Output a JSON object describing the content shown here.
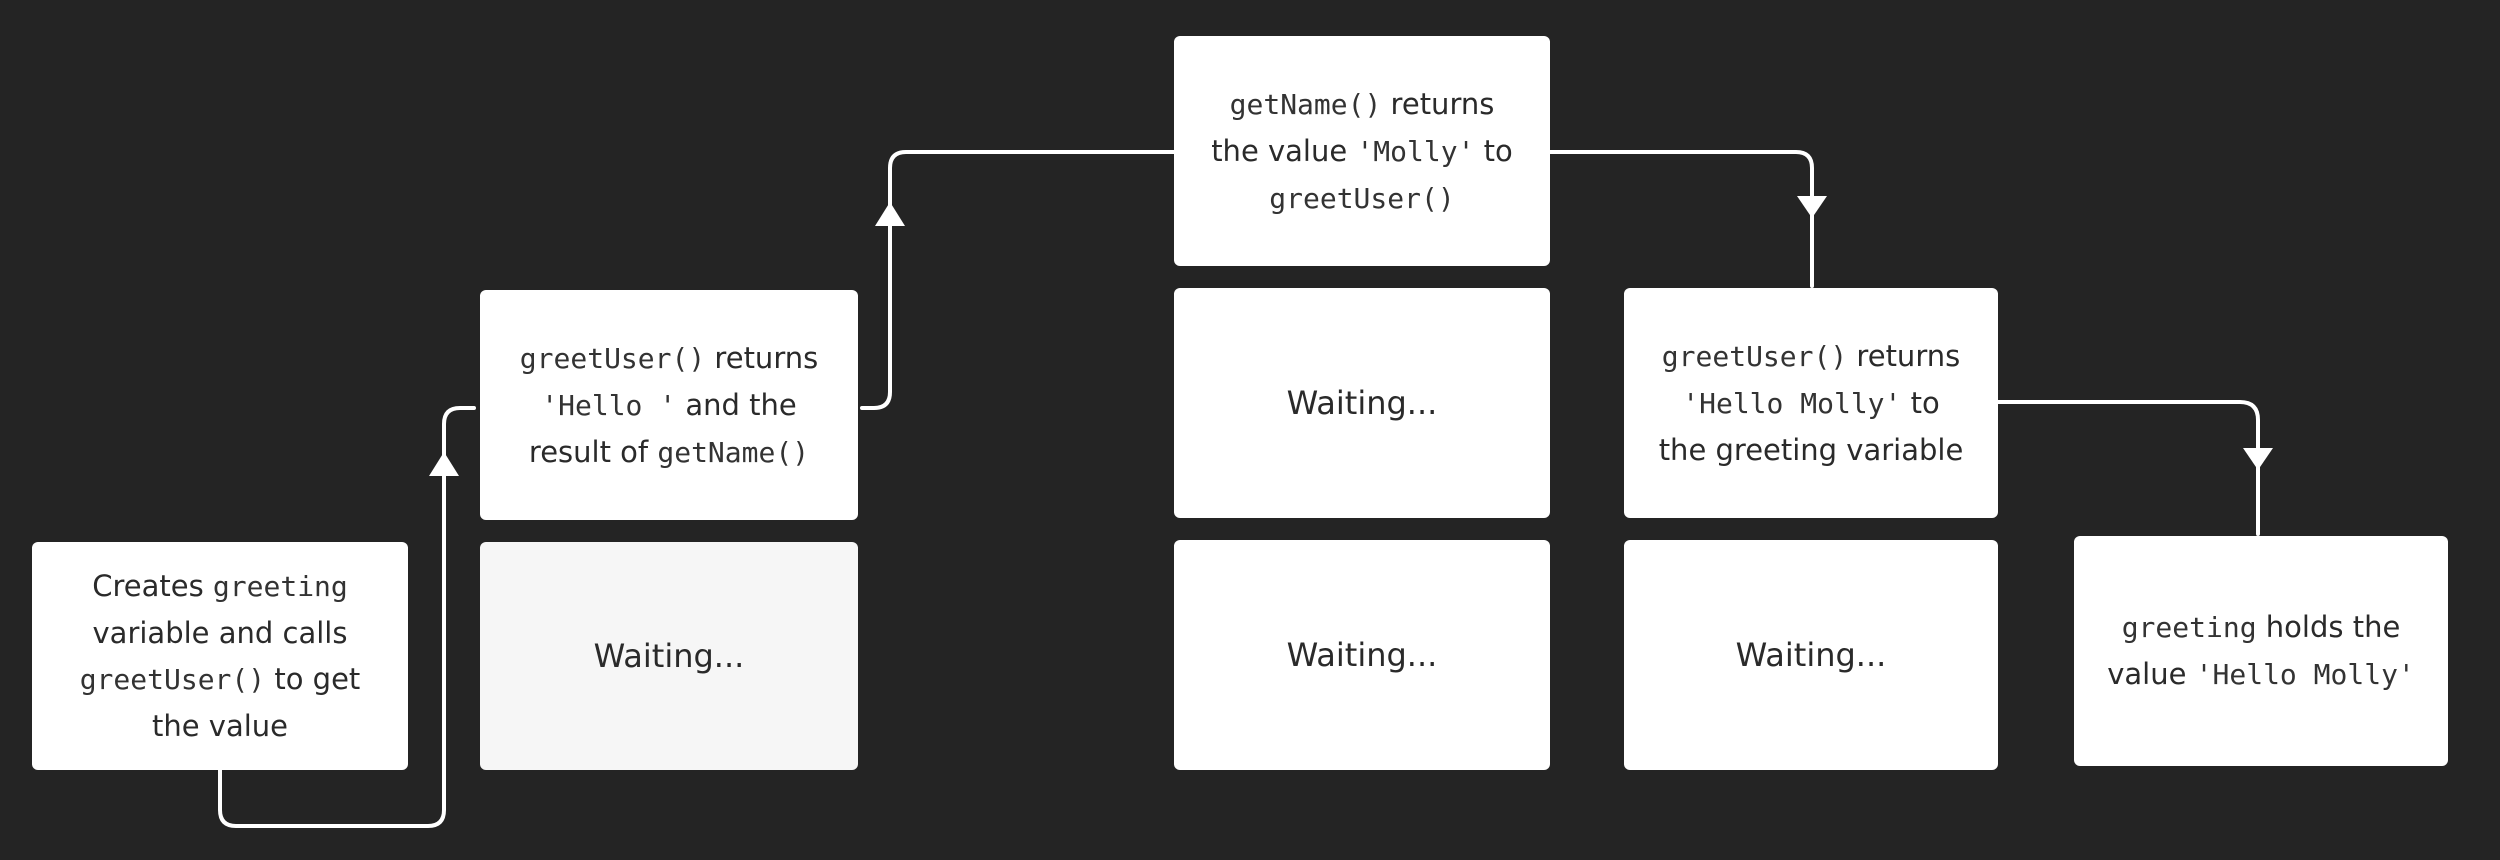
{
  "diagram": {
    "boxes": {
      "creates_greeting": {
        "lines": [
          [
            {
              "t": "Creates "
            },
            {
              "t": "greeting",
              "mono": true
            }
          ],
          [
            {
              "t": "variable and calls"
            }
          ],
          [
            {
              "t": "greetUser()",
              "mono": true
            },
            {
              "t": " to get"
            }
          ],
          [
            {
              "t": "the value"
            }
          ]
        ]
      },
      "greetuser_returns_hello": {
        "lines": [
          [
            {
              "t": "greetUser()",
              "mono": true
            },
            {
              "t": " returns"
            }
          ],
          [
            {
              "t": "'Hello '",
              "mono": true
            },
            {
              "t": " and the"
            }
          ],
          [
            {
              "t": "result of "
            },
            {
              "t": "getName()",
              "mono": true
            }
          ]
        ]
      },
      "getname_returns_molly": {
        "lines": [
          [
            {
              "t": "getName()",
              "mono": true
            },
            {
              "t": " returns"
            }
          ],
          [
            {
              "t": "the value "
            },
            {
              "t": "'Molly'",
              "mono": true
            },
            {
              "t": " to"
            }
          ],
          [
            {
              "t": "greetUser()",
              "mono": true
            }
          ]
        ]
      },
      "greetuser_returns_hello_molly": {
        "lines": [
          [
            {
              "t": "greetUser()",
              "mono": true
            },
            {
              "t": " returns"
            }
          ],
          [
            {
              "t": "'Hello Molly'",
              "mono": true
            },
            {
              "t": " to"
            }
          ],
          [
            {
              "t": "the greeting variable"
            }
          ]
        ]
      },
      "greeting_holds": {
        "lines": [
          [
            {
              "t": "greeting",
              "mono": true
            },
            {
              "t": " holds the"
            }
          ],
          [
            {
              "t": "value "
            },
            {
              "t": "'Hello Molly'",
              "mono": true
            }
          ]
        ]
      }
    },
    "waiting_label": "Waiting...",
    "colors": {
      "background": "#242424",
      "box": "#ffffff",
      "connector": "#ffffff",
      "text": "#2a2a2a"
    }
  }
}
